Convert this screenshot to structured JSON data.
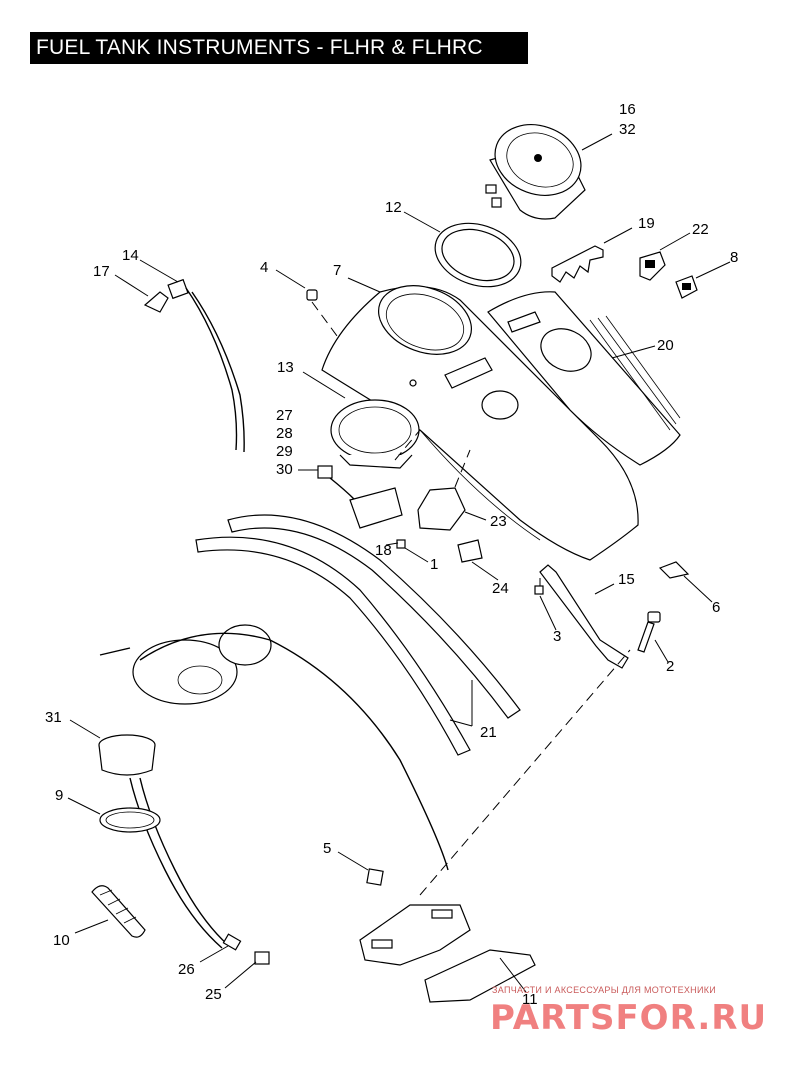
{
  "title": "FUEL TANK INSTRUMENTS - FLHR & FLHRC",
  "callouts": [
    "16",
    "32",
    "12",
    "19",
    "22",
    "8",
    "14",
    "17",
    "4",
    "7",
    "20",
    "13",
    "27",
    "28",
    "29",
    "30",
    "23",
    "18",
    "1",
    "24",
    "15",
    "6",
    "3",
    "2",
    "21",
    "31",
    "9",
    "5",
    "10",
    "26",
    "25",
    "11"
  ],
  "watermark": {
    "subtitle": "ЗАПЧАСТИ И АКСЕССУАРЫ ДЛЯ МОТОТЕХНИКИ",
    "brand": "PARTSFOR.RU",
    "color": "#ee6a6a"
  }
}
